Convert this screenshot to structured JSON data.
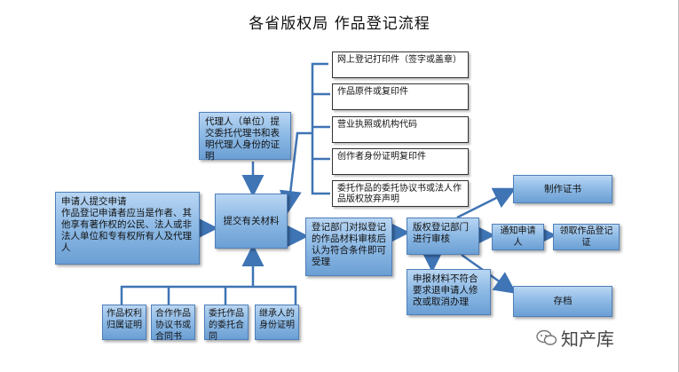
{
  "title": "各省版权局  作品登记流程",
  "nodes": {
    "agent": "代理人（单位）提交委托代理书和表明代理人身份的证明",
    "applicant": "申请人提交申请\n作品登记申请者应当是作者、其他享有著作权的公民、法人或非法人单位和专有权所有人及代理人",
    "submit": "提交有关材料",
    "doc1": "网上登记打印件（签字或盖章）",
    "doc2": "作品原件或复印件",
    "doc3": "营业执照或机构代码",
    "doc4": "创作者身份证明复印件",
    "doc5": "委托作品的委托协议书或法人作品版权放弃声明",
    "bottom1": "作品权利归属证明",
    "bottom2": "合作作品协议书或合同书",
    "bottom3": "委托作品的委托合同",
    "bottom4": "继承人的身份证明",
    "review1": "登记部门对拟登记的作品材料审核后认为符合条件即可受理",
    "review2": "版权登记部门进行审核",
    "certificate": "制作证书",
    "notify": "通知申请人",
    "receive": "领取作品登记证",
    "reject": "申报材料不符合要求退申请人修改或取消办理",
    "archive": "存档"
  },
  "watermark": "知产库",
  "colors": {
    "box_border": "#4f7fb8",
    "box_fill_top": "#b9d6f3",
    "box_fill_bottom": "#6b9fd4",
    "arrow": "#3f74b5"
  }
}
